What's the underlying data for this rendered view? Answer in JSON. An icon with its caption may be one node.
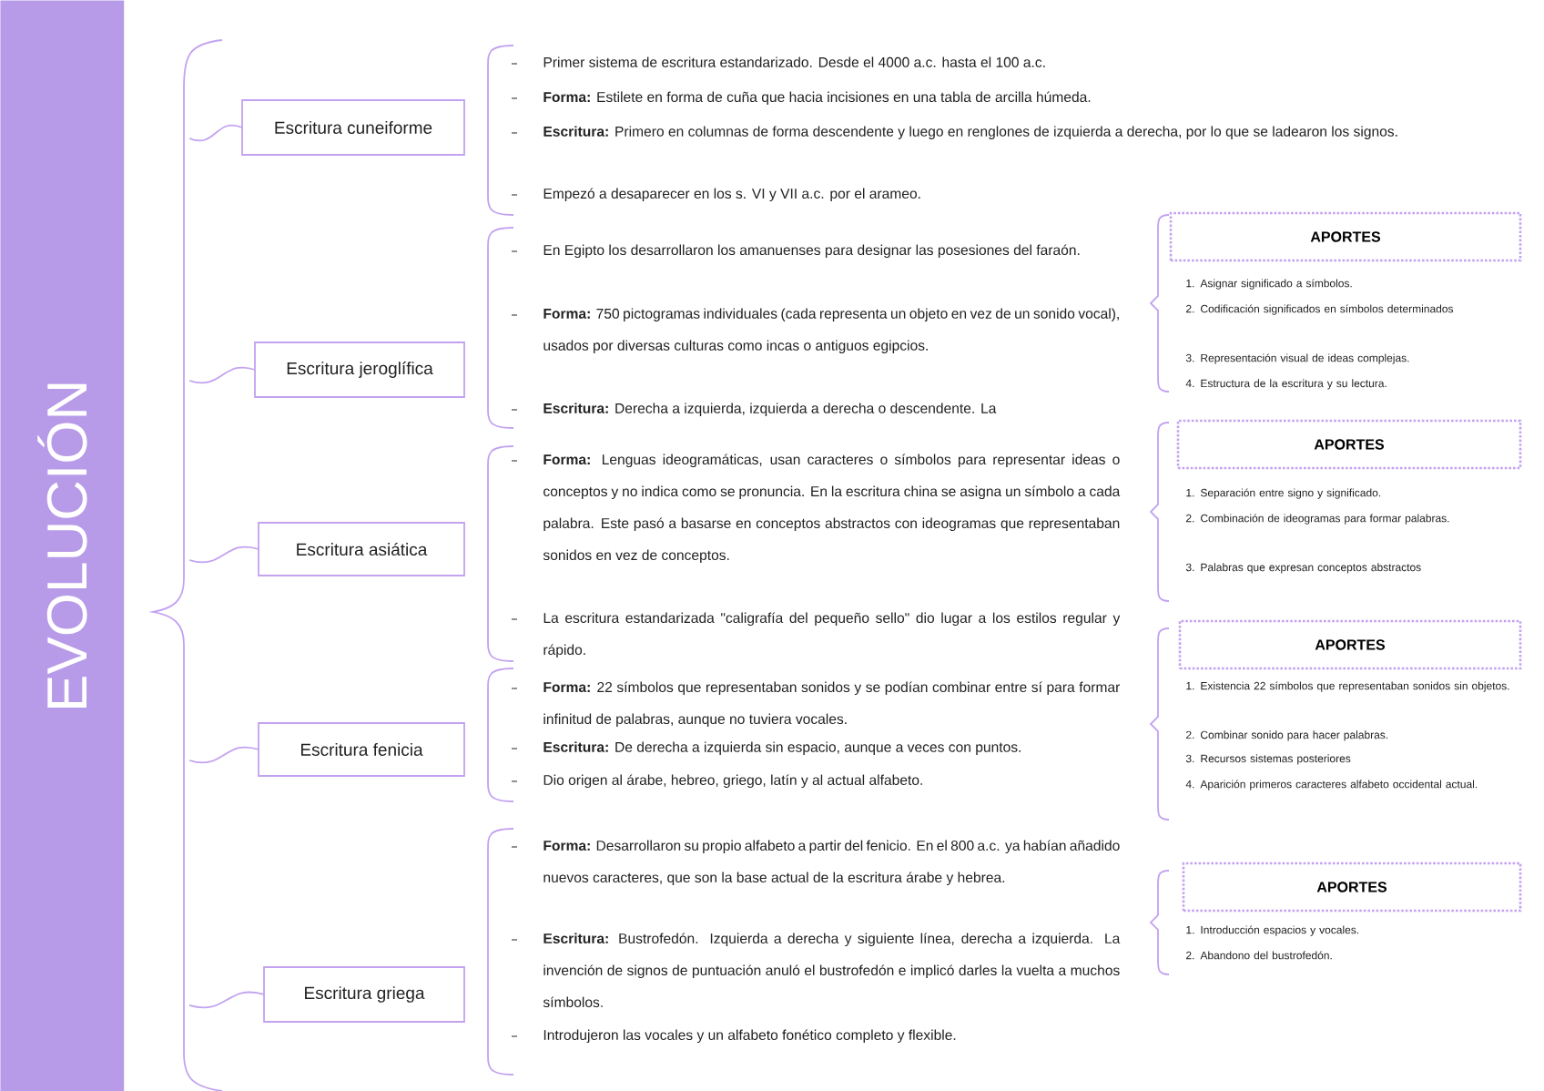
{
  "diagram": {
    "nodes": [
      {
        "text": [
          "EVOLUCIÓN"
        ]
      },
      {
        "text": [
          "Escritura cuneiforme"
        ]
      },
      {
        "text": [
          "Escritura jeroglífica"
        ]
      },
      {
        "text": [
          "Escritura asiática"
        ]
      },
      {
        "text": [
          "Escritura fenicia"
        ]
      },
      {
        "text": [
          "Escritura griega"
        ]
      },
      {
        "text": [
          "APORTES"
        ]
      },
      {
        "text": [
          "APORTES"
        ]
      },
      {
        "text": [
          "APORTES"
        ]
      },
      {
        "text": [
          "APORTES"
        ]
      }
    ],
    "labels": [
      "Primer sistema de escritura estandarizado. Desde el 4000 a.c. hasta el 100 a.c.",
      "**Forma:** Estilete en forma de cuña que hacia incisiones en una tabla de arcilla húmeda.",
      "**Escritura:** Primero en columnas de forma descendente y luego en renglones de izquierda a derecha, por lo que se ladearon los signos.",
      "Empezó a desaparecer en los s. VI y VII a.c. por el arameo.",
      "En Egipto los desarrollaron los amanuenses para designar las posesiones del faraón.",
      "**Forma:** 750 pictogramas individuales (cada representa un objeto en vez de un sonido vocal), usados por diversas culturas como incas o antiguos egipcios.",
      "**Escritura:** Derecha a izquierda, izquierda a derecha o descendente. La",
      "1. Asignar significado a símbolos.",
      "2. Codificación significados en símbolos determinados",
      "3. Representación visual de ideas complejas.",
      "4. Estructura de la escritura y su lectura.",
      "**Forma:** Lenguas ideogramáticas, usan caracteres o símbolos para representar ideas o conceptos y no indica como se pronuncia. En la escritura china se asigna un símbolo a cada palabra. Este pasó a basarse en conceptos abstractos con ideogramas que representaban sonidos en vez de conceptos.",
      "La escritura estandarizada \"caligrafía del pequeño sello\" dio lugar a los estilos regular y rápido.",
      "1. Separación entre signo y significado.",
      "2. Combinación de ideogramas para formar palabras.",
      "3. Palabras que expresan conceptos abstractos",
      "**Forma:** 22 símbolos que representaban sonidos y se podían combinar entre sí para formar infinitud de palabras, aunque no tuviera vocales.",
      "**Escritura:** De derecha a izquierda sin espacio, aunque a veces con puntos.",
      "Dio origen al árabe, hebreo, griego, latín y al actual alfabeto.",
      "1. Existencia 22 símbolos que representaban sonidos sin objetos.",
      "2. Combinar sonido para hacer palabras.",
      "3. Recursos sistemas posteriores",
      "4. Aparición primeros caracteres alfabeto occidental actual.",
      "**Forma:** Desarrollaron su propio alfabeto a partir del fenicio. En el 800 a.c. ya habían añadido nuevos caracteres, que son la base actual de la escritura árabe y hebrea.",
      "**Escritura:** Bustrofedón. Izquierda a derecha y siguiente línea, derecha a izquierda. La invención de signos de puntuación anuló el bustrofedón e implicó darles la vuelta a muchos símbolos.",
      "Introdujeron las vocales y un alfabeto fonético completo y flexible.",
      "1. Introducción espacios y vocales.",
      "2. Abandono del bustrofedón."
    ]
  }
}
